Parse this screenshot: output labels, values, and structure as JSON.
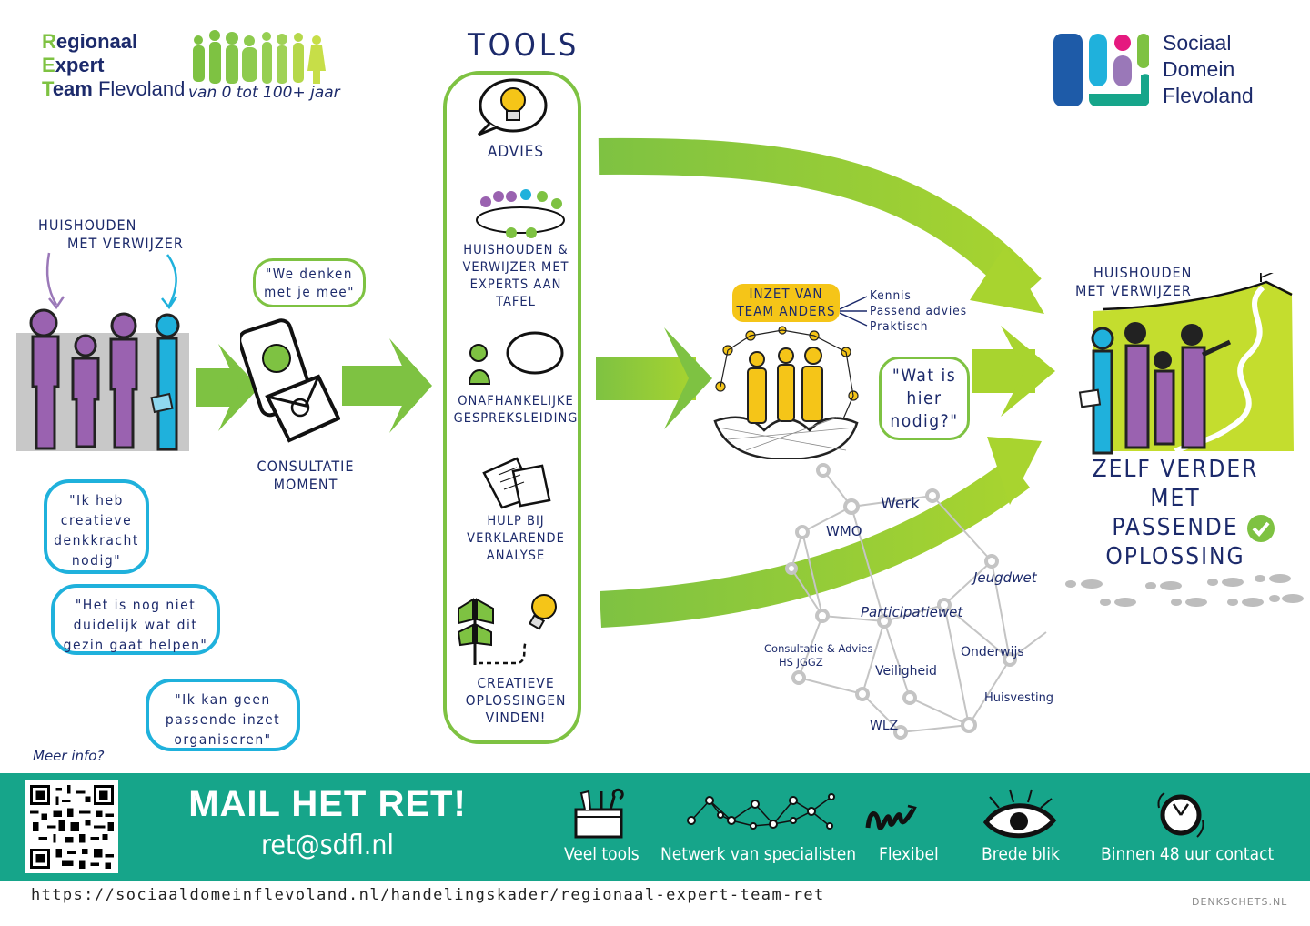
{
  "header": {
    "ret_logo": {
      "lines": [
        {
          "first": "R",
          "rest": "egionaal",
          "extra": ""
        },
        {
          "first": "E",
          "rest": "xpert",
          "extra": ""
        },
        {
          "first": "T",
          "rest": "eam",
          "extra": " Flevoland"
        }
      ],
      "tagline": "van 0 tot 100+ jaar"
    },
    "sdfl_logo": {
      "lines": [
        "Sociaal",
        "Domein",
        "Flevoland"
      ]
    }
  },
  "start": {
    "label_line1": "HUISHOUDEN",
    "label_line2": "MET VERWIJZER",
    "quotes": [
      "\"Ik heb creatieve denkkracht nodig\"",
      "\"Het is nog niet duidelijk wat dit gezin gaat helpen\"",
      "\"Ik kan geen passende inzet organiseren\""
    ]
  },
  "consultatie": {
    "bubble": "\"We denken met je mee\"",
    "label_line1": "CONSULTATIE",
    "label_line2": "MOMENT"
  },
  "tools": {
    "title": "TOOLS",
    "items": [
      {
        "icon": "lightbulb-speech-icon",
        "label": "ADVIES"
      },
      {
        "icon": "round-table-meeting-icon",
        "label": "HUISHOUDEN & VERWIJZER MET EXPERTS AAN TAFEL"
      },
      {
        "icon": "person-speech-icon",
        "label": "ONAFHANKELIJKE GESPREKSLEIDING"
      },
      {
        "icon": "documents-icon",
        "label": "HULP BIJ VERKLARENDE ANALYSE"
      },
      {
        "icon": "signpost-lightbulb-icon",
        "label": "CREATIEVE OPLOSSINGEN VINDEN!"
      }
    ]
  },
  "team_anders": {
    "title_line1": "INZET VAN",
    "title_line2": "TEAM ANDERS",
    "benefits": [
      "Kennis",
      "Passend advies",
      "Praktisch"
    ],
    "bubble": "\"Wat is hier nodig?\""
  },
  "network": {
    "labels": [
      "Werk",
      "WMO",
      "Jeugdwet",
      "Participatiewet",
      "Consultatie & Advies",
      "HS JGGZ",
      "Onderwijs",
      "Veiligheid",
      "Huisvesting",
      "WLZ"
    ]
  },
  "result": {
    "label_line1": "HUISHOUDEN",
    "label_line2": "MET VERWIJZER",
    "outcome_lines": [
      "ZELF VERDER",
      "MET PASSENDE",
      "OPLOSSING"
    ]
  },
  "footer": {
    "meer_info": "Meer info?",
    "mail_title": "MAIL HET RET!",
    "mail_address": "ret@sdfl.nl",
    "features": [
      {
        "icon": "toolbox-icon",
        "label": "Veel tools"
      },
      {
        "icon": "network-icon",
        "label": "Netwerk van specialisten"
      },
      {
        "icon": "wave-arrow-icon",
        "label": "Flexibel"
      },
      {
        "icon": "eye-icon",
        "label": "Brede blik"
      },
      {
        "icon": "clock-icon",
        "label": "Binnen 48 uur contact"
      }
    ],
    "url": "https://sociaaldomeinflevoland.nl/handelingskader/regionaal-expert-team-ret",
    "credit": "DENKSCHETS.NL"
  },
  "colors": {
    "navy": "#1c2a6b",
    "green": "#7ec242",
    "lime": "#a8d42f",
    "teal": "#16a58a",
    "cyan": "#1fb1dc",
    "purple": "#9a62b0",
    "yellow": "#f5c518"
  }
}
